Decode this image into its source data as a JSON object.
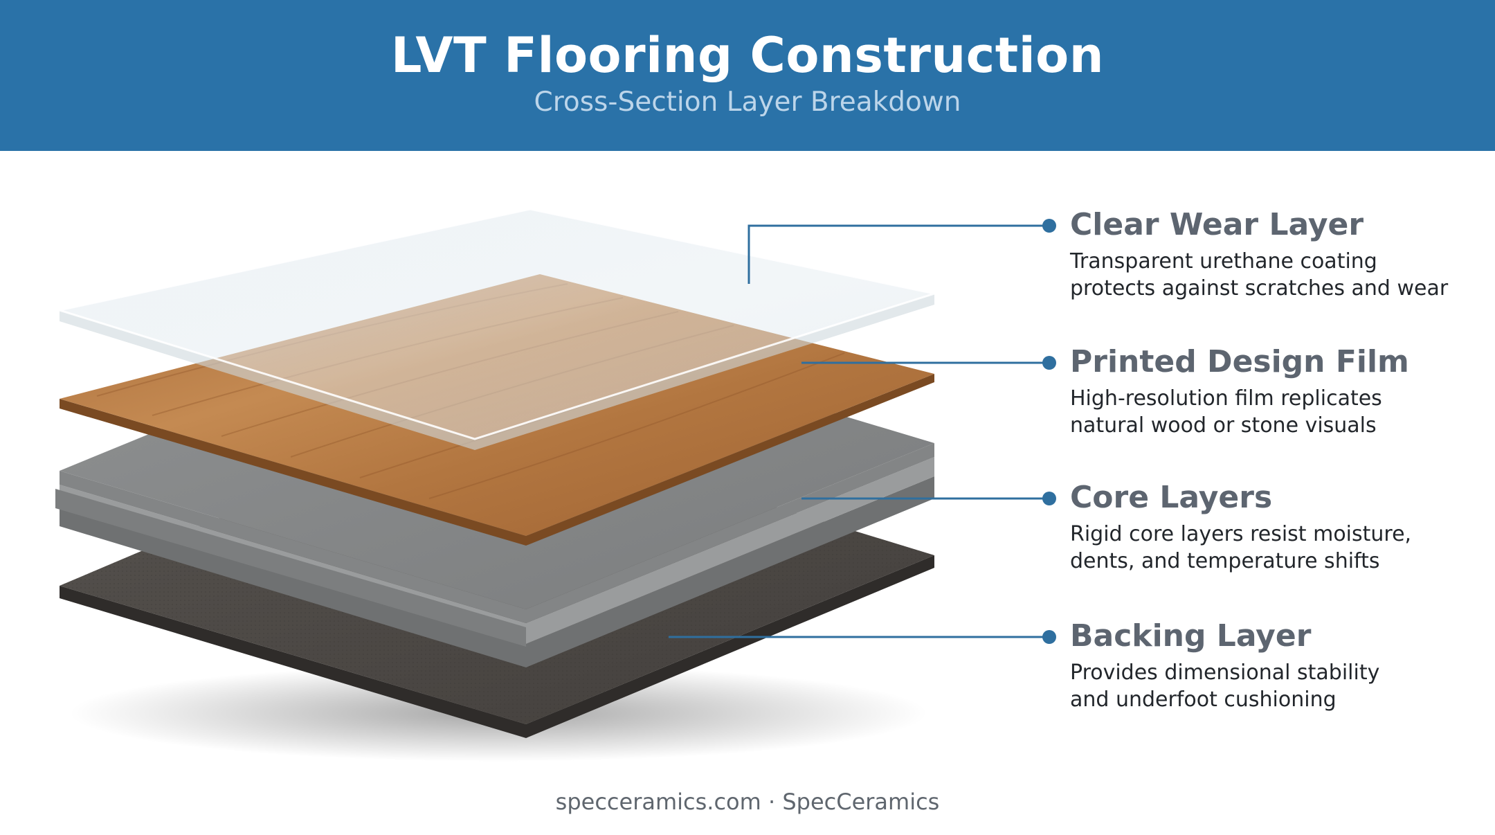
{
  "header": {
    "title": "LVT Flooring Construction",
    "subtitle": "Cross-Section Layer Breakdown"
  },
  "layers": [
    {
      "name": "Clear Wear Layer",
      "desc_line1": "Transparent urethane coating",
      "desc_line2": "protects against scratches and wear"
    },
    {
      "name": "Printed Design Film",
      "desc_line1": "High-resolution film replicates",
      "desc_line2": "natural wood or stone visuals"
    },
    {
      "name": "Core Layers",
      "desc_line1": "Rigid core layers resist moisture,",
      "desc_line2": "dents, and temperature shifts"
    },
    {
      "name": "Backing Layer",
      "desc_line1": "Provides dimensional stability",
      "desc_line2": "and underfoot cushioning"
    }
  ],
  "colors": {
    "header_bg": "#2a72a8",
    "callout_line": "#2f6f9f",
    "wood": "#b87a44",
    "core": "#8a8c8d",
    "backing": "#4d4a47"
  },
  "footer": {
    "text": "specceramics.com · SpecCeramics"
  }
}
